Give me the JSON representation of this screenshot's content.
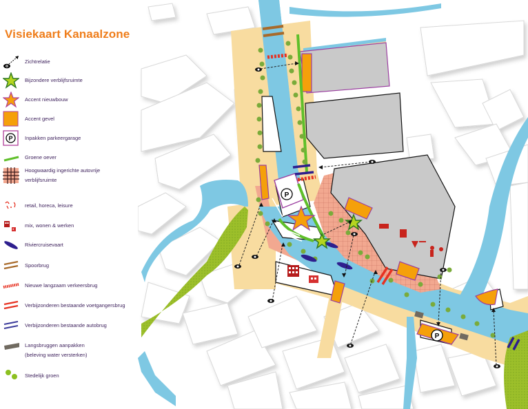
{
  "title": "Visiekaart Kanaalzone",
  "colors": {
    "title": "#ef7d1a",
    "water": "#7ec8e3",
    "quay": "#f8dca0",
    "quay_pink": "#f2a890",
    "green_dot": "#7aab3a",
    "park": "#9cbf2a",
    "accent_orange": "#f5a00a",
    "accent_border": "#9b3ea0",
    "cruise": "#2e1f8e",
    "rail_bridge": "#a86a2a",
    "red": "#e63222",
    "building_grey": "#c9c9c9",
    "legend_text": "#3b1e5a"
  },
  "legend": {
    "items": [
      {
        "icon": "eye-arrow-icon",
        "label": "Zichtrelatie"
      },
      {
        "icon": "green-star-icon",
        "label": "Bijzondere verblijfsruimte"
      },
      {
        "icon": "orange-star-icon",
        "label": "Accent nieuwbouw"
      },
      {
        "icon": "orange-square-icon",
        "label": "Accent gevel"
      },
      {
        "icon": "parking-icon",
        "label": "Inpakken parkeergarage"
      },
      {
        "icon": "green-line-icon",
        "label": "Groene oever"
      },
      {
        "icon": "grid-icon",
        "label": "Hoogwaardig ingerichte autovrije",
        "label2": "verblijfsruimte"
      },
      {
        "icon": "retail-icon",
        "label": "retail, horeca, leisure"
      },
      {
        "icon": "housing-icon",
        "label": "mix, wonen & werken"
      },
      {
        "icon": "cruise-icon",
        "label": "Riviercruisevaart"
      },
      {
        "icon": "rail-bridge-icon",
        "label": "Spoorbrug"
      },
      {
        "icon": "new-bridge-icon",
        "label": "Nieuwe langzaam verkeersbrug"
      },
      {
        "icon": "pedestrian-bridge-icon",
        "label": "Verbijzonderen bestaande voetgangersbrug"
      },
      {
        "icon": "car-bridge-icon",
        "label": "Verbijzonderen bestaande autobrug"
      },
      {
        "icon": "longitudinal-bridge-icon",
        "label": "Langsbruggen aanpakken",
        "label2": "(beleving water versterken)"
      },
      {
        "icon": "urban-green-icon",
        "label": "Stedelijk groen"
      }
    ]
  },
  "map": {
    "parking_labels": [
      "P",
      "P"
    ]
  }
}
